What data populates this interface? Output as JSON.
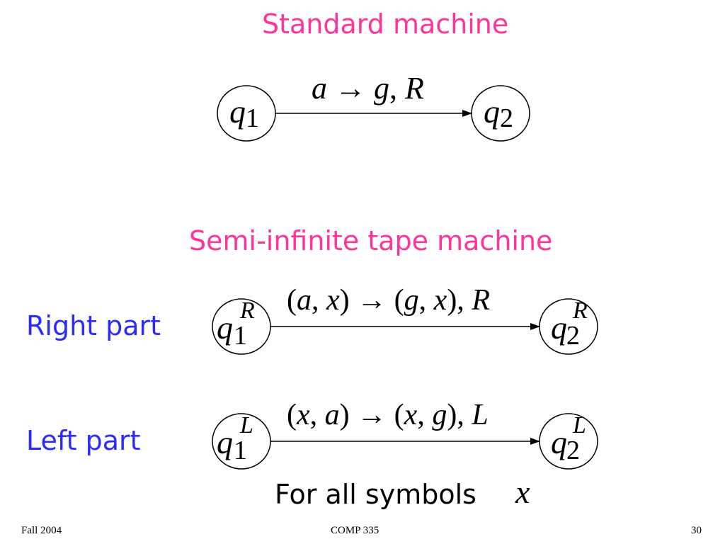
{
  "headings": {
    "standard": "Standard machine",
    "semi": "Semi-infinite tape machine"
  },
  "labels": {
    "right_part": "Right part",
    "left_part": "Left part"
  },
  "note": {
    "text": "For all symbols",
    "symbol": "x"
  },
  "standard": {
    "from_state": {
      "base": "q",
      "sub": "1"
    },
    "to_state": {
      "base": "q",
      "sub": "2"
    },
    "transition": {
      "read": "a",
      "arrow": "→",
      "write": "g",
      "sep": ",",
      "move": "R"
    }
  },
  "right": {
    "from_state": {
      "base": "q",
      "sup": "R",
      "sub": "1"
    },
    "to_state": {
      "base": "q",
      "sup": "R",
      "sub": "2"
    },
    "transition": {
      "open1": "(",
      "read_a": "a",
      "comma1": ",",
      "read_b": "x",
      "close1": ")",
      "arrow": "→",
      "open2": "(",
      "write_a": "g",
      "comma2": ",",
      "write_b": "x",
      "close2": "),",
      "move": "R"
    }
  },
  "left": {
    "from_state": {
      "base": "q",
      "sup": "L",
      "sub": "1"
    },
    "to_state": {
      "base": "q",
      "sup": "L",
      "sub": "2"
    },
    "transition": {
      "open1": "(",
      "read_a": "x",
      "comma1": ",",
      "read_b": "a",
      "close1": ")",
      "arrow": "→",
      "open2": "(",
      "write_a": "x",
      "comma2": ",",
      "write_b": "g",
      "close2": "),",
      "move": "L"
    }
  },
  "footer": {
    "left": "Fall 2004",
    "center": "COMP 335",
    "right": "30"
  }
}
